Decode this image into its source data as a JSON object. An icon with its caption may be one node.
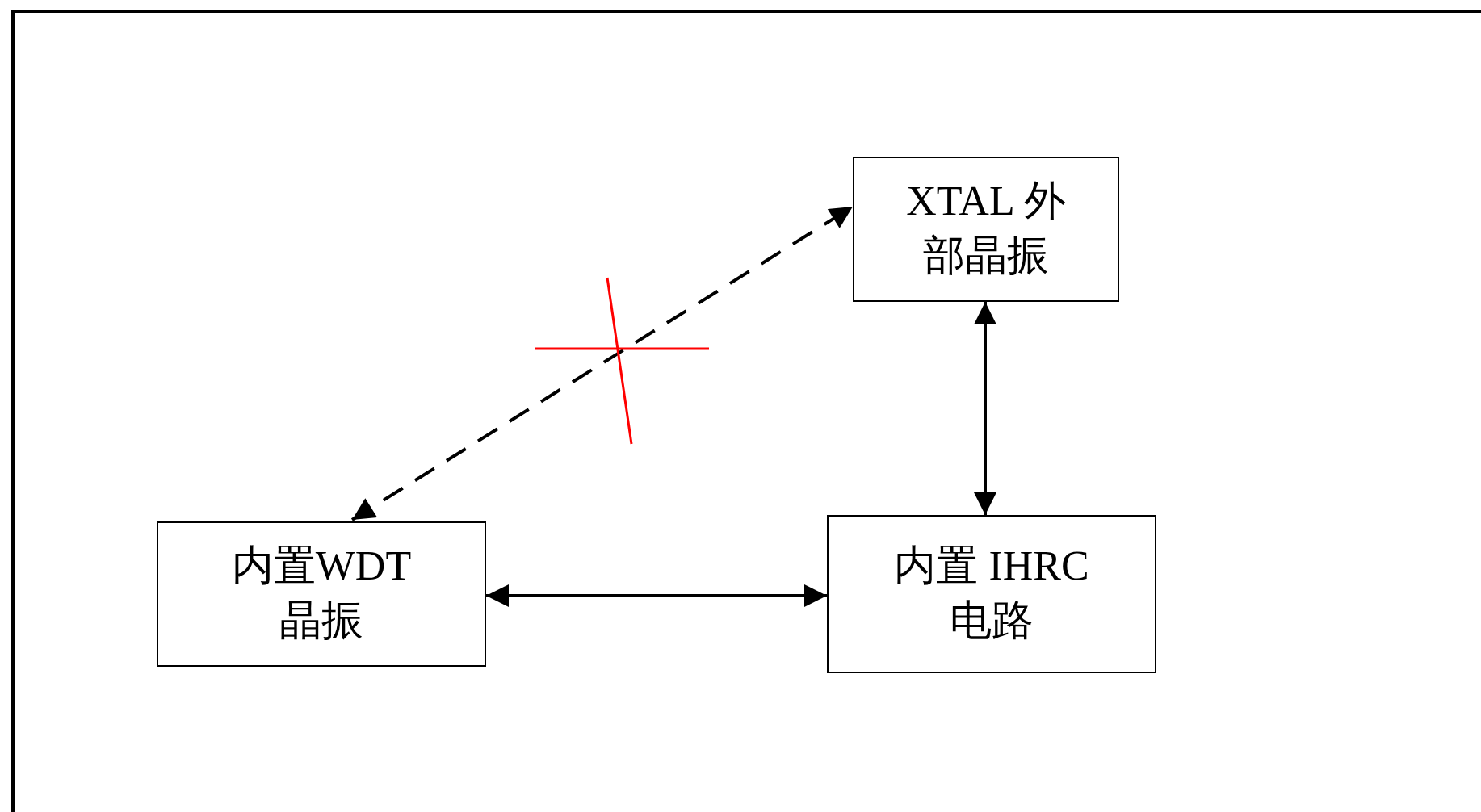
{
  "diagram": {
    "nodes": [
      {
        "text": [
          "XTAL 外部晶振"
        ]
      },
      {
        "text": [
          "内置WDT 晶振"
        ]
      },
      {
        "text": [
          "内置 IHRC电路"
        ]
      }
    ],
    "edges": [
      {
        "from": 1,
        "to": 0,
        "arrow": "both",
        "style": "dashed"
      },
      {
        "from": 0,
        "to": 2,
        "arrow": "both"
      },
      {
        "from": 1,
        "to": 2,
        "arrow": "both"
      }
    ]
  }
}
